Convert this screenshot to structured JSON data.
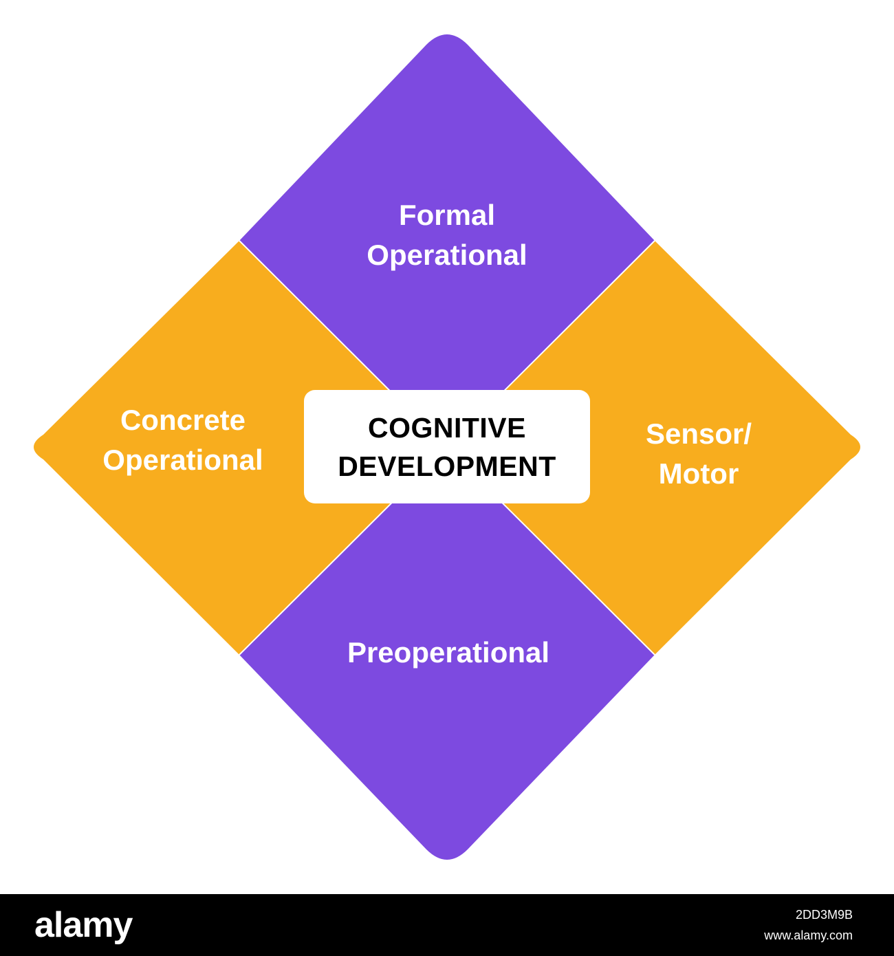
{
  "colors": {
    "purple": "#7d4ae0",
    "orange": "#f8ad1e",
    "center_box": "#ffffff",
    "footer": "#000000",
    "divider": "#ffffff"
  },
  "diagram": {
    "center": {
      "line1": "COGNITIVE",
      "line2": "DEVELOPMENT"
    },
    "quadrants": {
      "top": {
        "line1": "Formal",
        "line2": "Operational"
      },
      "left": {
        "line1": "Concrete",
        "line2": "Operational"
      },
      "right": {
        "line1": "Sensor/",
        "line2": "Motor"
      },
      "bottom": {
        "line1": "Preoperational"
      }
    }
  },
  "footer": {
    "logo_text": "alamy",
    "image_id": "2DD3M9B",
    "url": "www.alamy.com"
  }
}
